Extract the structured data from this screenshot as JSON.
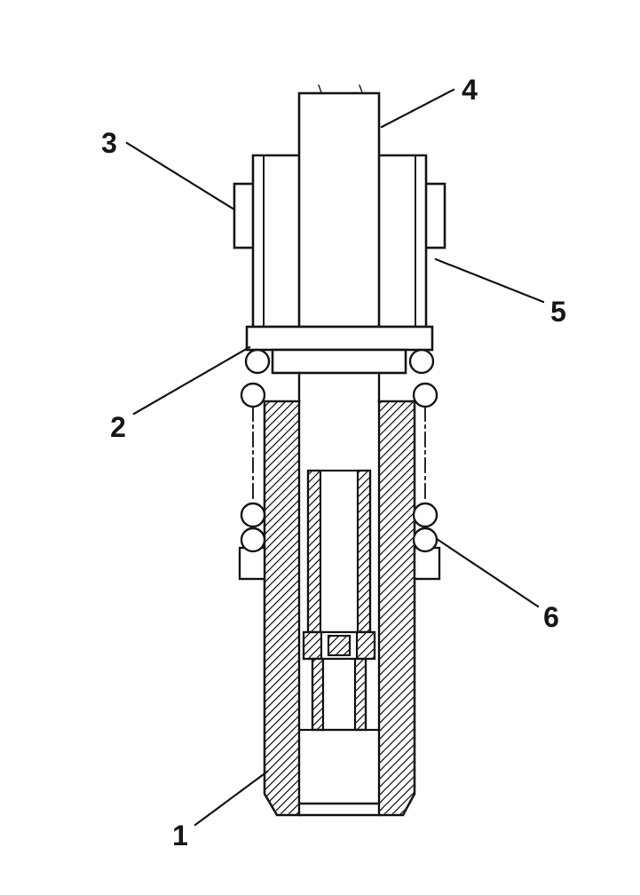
{
  "figure": {
    "paper_color": "#ffffff",
    "ink_color": "#161616"
  },
  "callouts": [
    {
      "label": "1"
    },
    {
      "label": "2"
    },
    {
      "label": "3"
    },
    {
      "label": "4"
    },
    {
      "label": "5"
    },
    {
      "label": "6"
    }
  ]
}
